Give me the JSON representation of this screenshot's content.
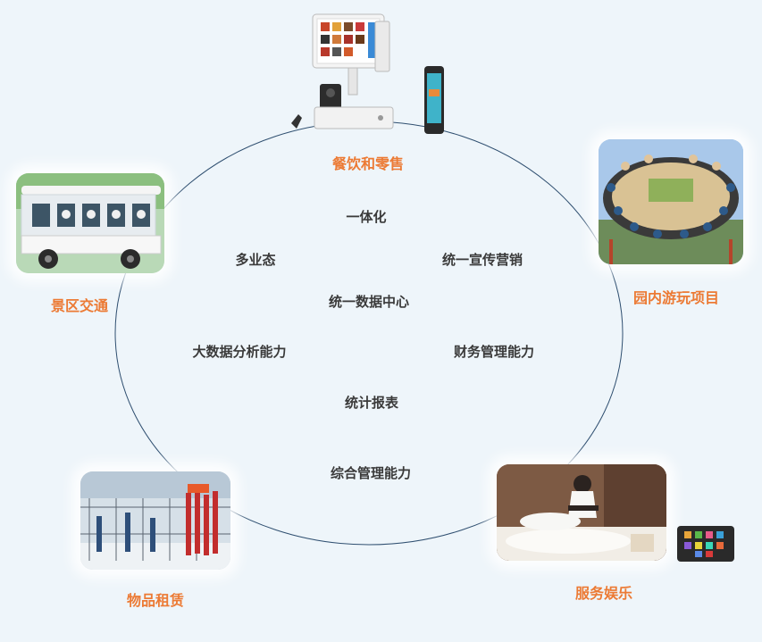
{
  "nodes": {
    "dining_retail": "餐饮和零售",
    "park_rides": "园内游玩项目",
    "service_entertainment": "服务娱乐",
    "item_rental": "物品租赁",
    "scenic_transport": "景区交通"
  },
  "center": {
    "integration": "一体化",
    "multi_business": "多业态",
    "unified_marketing": "统一宣传营销",
    "unified_data_center": "统一数据中心",
    "big_data_analysis": "大数据分析能力",
    "financial_management": "财务管理能力",
    "statistical_reports": "统计报表",
    "integrated_management": "综合管理能力"
  },
  "colors": {
    "background": "#eef5fa",
    "node_label": "#ec7a34",
    "center_label": "#3a3a3a",
    "ring": "#2f4f70"
  }
}
